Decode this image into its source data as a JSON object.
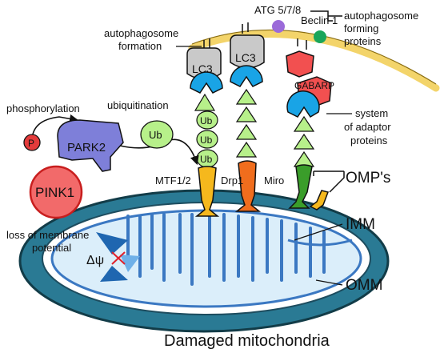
{
  "labels": {
    "atg": "ATG 5/7/8",
    "beclin": "Beclin 1",
    "autophagosome_forming_line1": "autophagosome",
    "autophagosome_forming_line2": "forming",
    "autophagosome_forming_line3": "proteins",
    "autophagosome_formation_line1": "autophagosome",
    "autophagosome_formation_line2": "formation",
    "lc3_left": "LC3",
    "lc3_right": "LC3",
    "gabarp": "GABARP",
    "system_line1": "system",
    "system_line2": "of adaptor",
    "system_line3": "proteins",
    "phosphorylation": "phosphorylation",
    "ubiquitination": "ubiquitination",
    "p": "P",
    "park2": "PARK2",
    "ub_free": "Ub",
    "ub_1": "Ub",
    "ub_2": "Ub",
    "ub_3": "Ub",
    "pink1": "PINK1",
    "mtf": "MTF1/2",
    "drp1": "Drp1",
    "miro": "Miro",
    "omps": "OMP's",
    "imm": "IMM",
    "omm": "OMM",
    "loss_line1": "loss of membrane",
    "loss_line2": "potential",
    "delta_psi": "Δψ",
    "title": "Damaged mitochondria"
  },
  "colors": {
    "outer_membrane": "#2a7a94",
    "inner_membrane": "#3b78c2",
    "lc3_gray": "#c9c9c9",
    "adaptor_blue": "#19a4e6",
    "ub_green": "#b7f08a",
    "mtf_yellow": "#f5b81d",
    "drp1_orange": "#f06d1d",
    "miro_green": "#3a9d2a",
    "park2_purple": "#7e7fd9",
    "pink1_red": "#f26a6a",
    "autophagosome_band": "#f3d46a",
    "atg_purple": "#9b6ad9",
    "beclin_green": "#19a55a",
    "gabarp_red": "#f25050"
  }
}
